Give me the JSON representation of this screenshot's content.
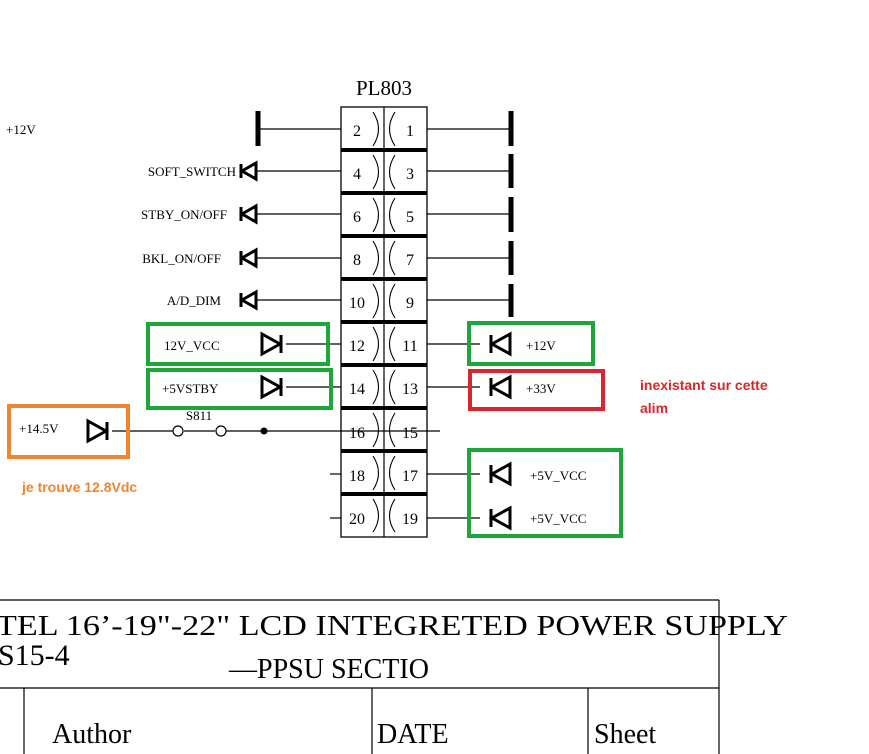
{
  "connector": {
    "name": "PL803",
    "pins": {
      "p1": "1",
      "p2": "2",
      "p3": "3",
      "p4": "4",
      "p5": "5",
      "p6": "6",
      "p7": "7",
      "p8": "8",
      "p9": "9",
      "p10": "10",
      "p11": "11",
      "p12": "12",
      "p13": "13",
      "p14": "14",
      "p15": "15",
      "p16": "16",
      "p17": "17",
      "p18": "18",
      "p19": "19",
      "p20": "20"
    }
  },
  "nets": {
    "top_left": "+12V",
    "soft_switch": "SOFT_SWITCH",
    "stby_on_off": "STBY_ON/OFF",
    "bkl_on_off": "BKL_ON/OFF",
    "ad_dim": "A/D_DIM",
    "vcc_12v": "12V_VCC",
    "stby_5v": "+5VSTBY",
    "v14_5": "+14.5V",
    "switch_ref": "S811",
    "plus_12v": "+12V",
    "plus_33v": "+33V",
    "vcc_5v_a": "+5V_VCC",
    "vcc_5v_b": "+5V_VCC"
  },
  "annotations": {
    "missing": "inexistant sur cette",
    "missing_line2": "alim",
    "measured": "je trouve 12.8Vdc",
    "colors": {
      "ok": "#1fa63b",
      "missing": "#d9262c",
      "measured": "#f0852d"
    }
  },
  "title_block": {
    "title_line": "TEL 16’-19\"-22\" LCD INTEGRETED POWER SUPPLY",
    "model": "S15-4",
    "section": "—PPSU SECTIO",
    "author_label": "Author",
    "date_label": "DATE",
    "sheet_label": "Sheet"
  }
}
